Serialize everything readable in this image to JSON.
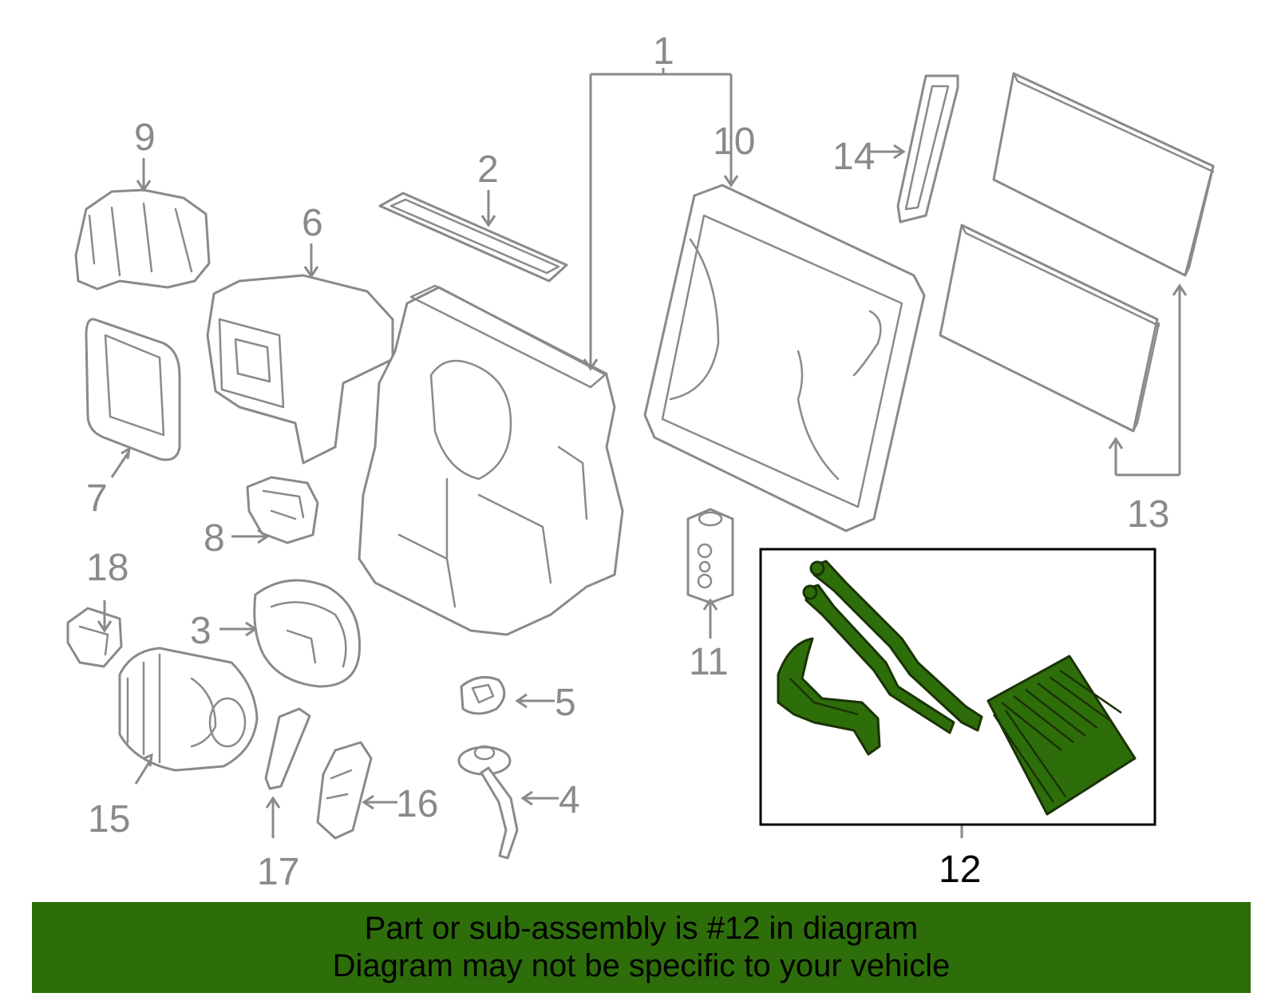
{
  "callouts": {
    "c1": "1",
    "c2": "2",
    "c3": "3",
    "c4": "4",
    "c5": "5",
    "c6": "6",
    "c7": "7",
    "c8": "8",
    "c9": "9",
    "c10": "10",
    "c11": "11",
    "c12": "12",
    "c13": "13",
    "c14": "14",
    "c15": "15",
    "c16": "16",
    "c17": "17",
    "c18": "18"
  },
  "highlighted_part": "12",
  "banner": {
    "line1": "Part or sub-assembly is #12 in diagram",
    "line2": "Diagram may not be specific to your vehicle"
  },
  "colors": {
    "highlight": "#2e6e0a",
    "line_art": "#8a8a8a",
    "banner_bg": "#2e6e0a"
  }
}
